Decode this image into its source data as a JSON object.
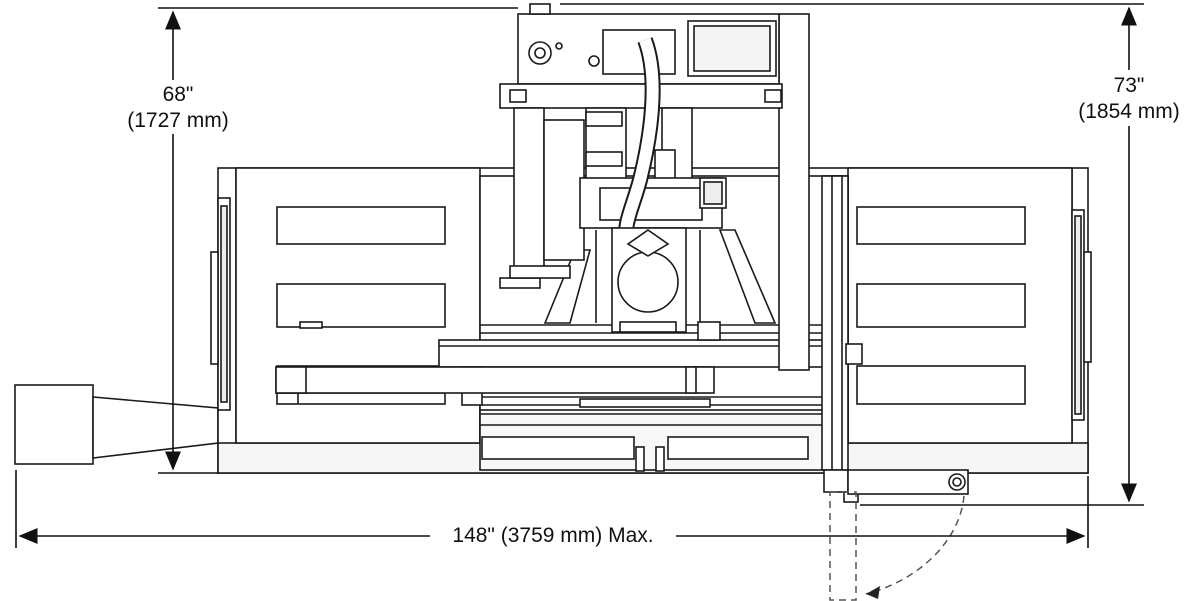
{
  "dimensions": {
    "height_left": {
      "imperial": "68\"",
      "metric": "(1727 mm)"
    },
    "height_right": {
      "imperial": "73\"",
      "metric": "(1854 mm)"
    },
    "width": {
      "label": "148\" (3759 mm) Max."
    }
  },
  "colors": {
    "line": "#1a1a1a",
    "panel_fill": "#ffffff",
    "frame_fill": "#f4f4f4",
    "dashed": "#555555"
  }
}
